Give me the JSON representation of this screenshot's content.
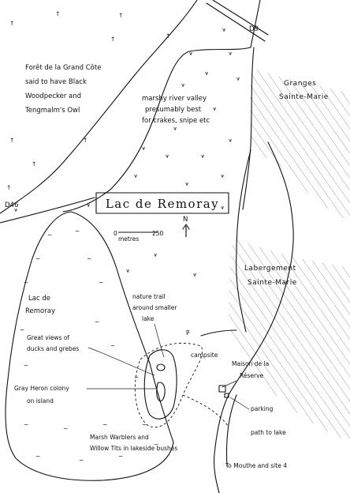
{
  "title": "Lac de Remoray",
  "north_label": "N",
  "scale": {
    "start": "0",
    "unit": "metres",
    "end": "250"
  },
  "roads": {
    "d9": "D9",
    "d46": "D46"
  },
  "forest": {
    "line1": "Forêt de la Grand Côte",
    "line2": "said to have Black",
    "line3": "Woodpecker and",
    "line4": "Tengmalm's Owl"
  },
  "valley": {
    "line1": "marshy river valley",
    "line2": "presumably best",
    "line3": "for crakes, snipe etc"
  },
  "towns": {
    "granges_1": "Granges",
    "granges_2": "Sainte-Marie",
    "labergement_1": "Labergement",
    "labergement_2": "Sainte-Marie"
  },
  "lake": {
    "line1": "Lac de",
    "line2": "Remoray"
  },
  "notes": {
    "views_1": "Great views of",
    "views_2": "ducks and grebes",
    "heron_1": "Gray Heron colony",
    "heron_2": "on island",
    "trail_1": "nature trail",
    "trail_2": "around smaller",
    "trail_3": "lake",
    "warblers_1": "Marsh Warblers and",
    "warblers_2": "Willow Tits in lakeside bushes",
    "campsite": "campsite",
    "parking_sign": "P",
    "maison_1": "Maison de la",
    "maison_2": "Réserve",
    "parking": "parking",
    "path": "path to lake",
    "mouthe": "To Mouthe and site 4"
  }
}
